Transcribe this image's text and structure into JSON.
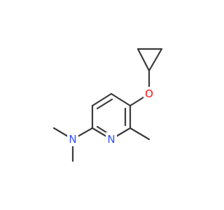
{
  "molecule": {
    "atoms": [
      {
        "id": "oxygen",
        "symbol": "O",
        "color": "#ff0d0d"
      },
      {
        "id": "ring-nitrogen",
        "symbol": "N",
        "color": "#3050f8"
      },
      {
        "id": "amine-nitrogen",
        "symbol": "N",
        "color": "#3050f8"
      }
    ],
    "bond_color": "#3a3a3a"
  }
}
